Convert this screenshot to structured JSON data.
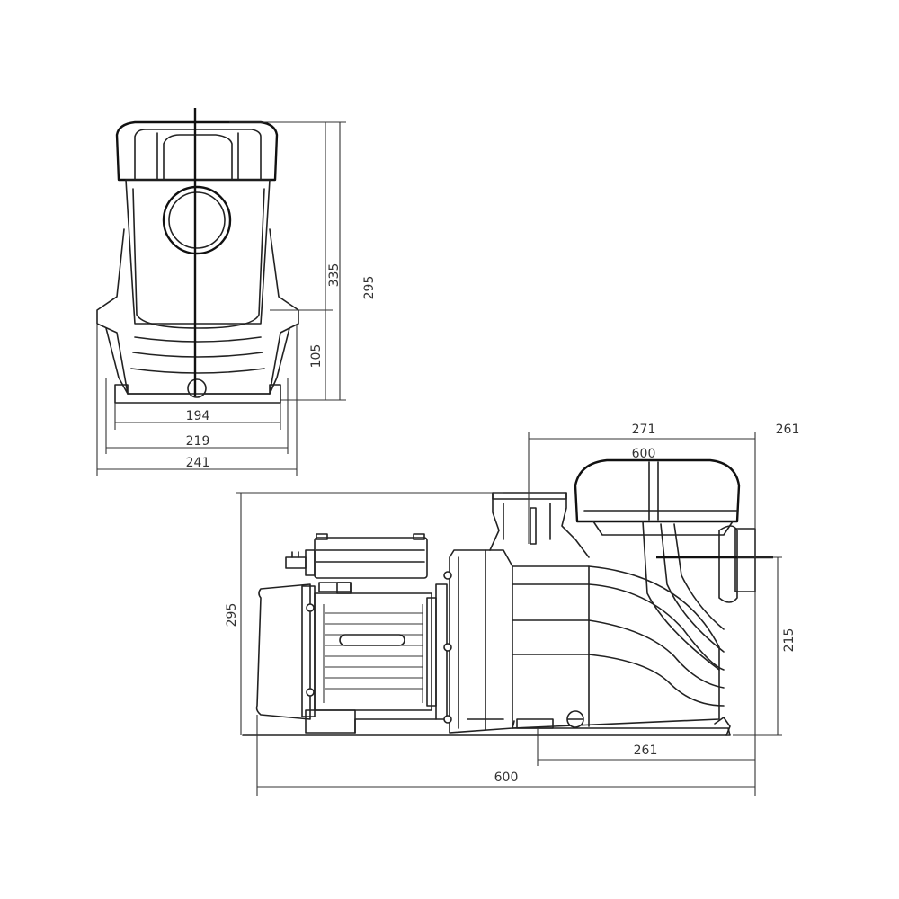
{
  "diagram": {
    "front_view": {
      "dimensions": {
        "height_top": "335",
        "height_total": "295",
        "height_base": "105",
        "width_inner": "194",
        "width_mid": "219",
        "width_outer": "241"
      }
    },
    "side_view": {
      "dimensions": {
        "top_width": "271",
        "top_offset": "261",
        "top_length": "600",
        "height_total": "295",
        "height_outlet": "215",
        "base_offset": "261",
        "length_total": "600"
      }
    }
  }
}
